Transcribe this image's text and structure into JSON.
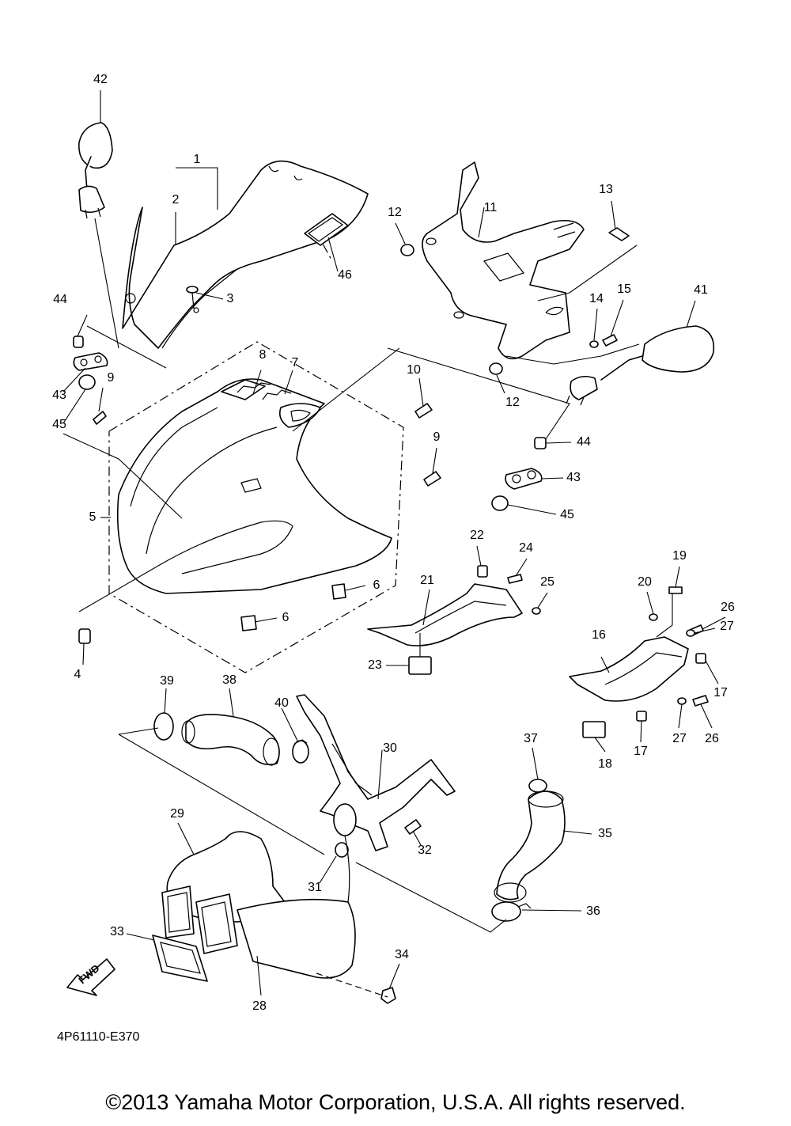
{
  "diagram": {
    "diagram_code": "4P61110-E370",
    "fwd_label": "FWD",
    "callouts": [
      {
        "id": "c1",
        "label": "1"
      },
      {
        "id": "c2",
        "label": "2"
      },
      {
        "id": "c3",
        "label": "3"
      },
      {
        "id": "c4",
        "label": "4"
      },
      {
        "id": "c5",
        "label": "5"
      },
      {
        "id": "c6a",
        "label": "6"
      },
      {
        "id": "c6b",
        "label": "6"
      },
      {
        "id": "c7",
        "label": "7"
      },
      {
        "id": "c8",
        "label": "8"
      },
      {
        "id": "c9a",
        "label": "9"
      },
      {
        "id": "c9b",
        "label": "9"
      },
      {
        "id": "c10",
        "label": "10"
      },
      {
        "id": "c11",
        "label": "11"
      },
      {
        "id": "c12a",
        "label": "12"
      },
      {
        "id": "c12b",
        "label": "12"
      },
      {
        "id": "c13",
        "label": "13"
      },
      {
        "id": "c14",
        "label": "14"
      },
      {
        "id": "c15",
        "label": "15"
      },
      {
        "id": "c16",
        "label": "16"
      },
      {
        "id": "c17a",
        "label": "17"
      },
      {
        "id": "c17b",
        "label": "17"
      },
      {
        "id": "c18",
        "label": "18"
      },
      {
        "id": "c19",
        "label": "19"
      },
      {
        "id": "c20",
        "label": "20"
      },
      {
        "id": "c21",
        "label": "21"
      },
      {
        "id": "c22",
        "label": "22"
      },
      {
        "id": "c23",
        "label": "23"
      },
      {
        "id": "c24",
        "label": "24"
      },
      {
        "id": "c25",
        "label": "25"
      },
      {
        "id": "c26a",
        "label": "26"
      },
      {
        "id": "c26b",
        "label": "26"
      },
      {
        "id": "c27a",
        "label": "27"
      },
      {
        "id": "c27b",
        "label": "27"
      },
      {
        "id": "c28",
        "label": "28"
      },
      {
        "id": "c29",
        "label": "29"
      },
      {
        "id": "c30",
        "label": "30"
      },
      {
        "id": "c31",
        "label": "31"
      },
      {
        "id": "c32",
        "label": "32"
      },
      {
        "id": "c33",
        "label": "33"
      },
      {
        "id": "c34",
        "label": "34"
      },
      {
        "id": "c35",
        "label": "35"
      },
      {
        "id": "c36",
        "label": "36"
      },
      {
        "id": "c37",
        "label": "37"
      },
      {
        "id": "c38",
        "label": "38"
      },
      {
        "id": "c39",
        "label": "39"
      },
      {
        "id": "c40",
        "label": "40"
      },
      {
        "id": "c41",
        "label": "41"
      },
      {
        "id": "c42",
        "label": "42"
      },
      {
        "id": "c43a",
        "label": "43"
      },
      {
        "id": "c43b",
        "label": "43"
      },
      {
        "id": "c44a",
        "label": "44"
      },
      {
        "id": "c44b",
        "label": "44"
      },
      {
        "id": "c45a",
        "label": "45"
      },
      {
        "id": "c45b",
        "label": "45"
      },
      {
        "id": "c46",
        "label": "46"
      }
    ]
  },
  "footer": {
    "copyright": "©2013 Yamaha Motor Corporation, U.S.A. All rights reserved."
  }
}
